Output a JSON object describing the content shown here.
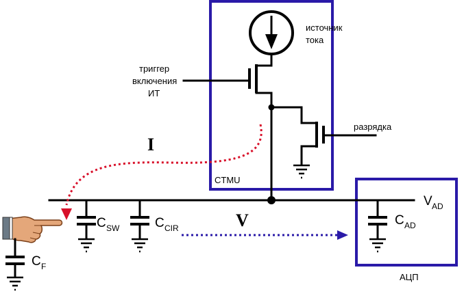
{
  "labels": {
    "current_source": [
      "источник",
      "тока"
    ],
    "trigger": [
      "триггер",
      "включения",
      "ИТ"
    ],
    "discharge": "разрядка",
    "ctmu": "CTMU",
    "current": "I",
    "voltage": "V",
    "adc": "АЦП",
    "vad": {
      "main": "V",
      "sub": "AD"
    },
    "csw": {
      "main": "C",
      "sub": "SW"
    },
    "ccir": {
      "main": "C",
      "sub": "CIR"
    },
    "cad": {
      "main": "C",
      "sub": "AD"
    },
    "cf": {
      "main": "C",
      "sub": "F"
    }
  },
  "colors": {
    "box": "#2a1aa8",
    "current_arrow": "#d8102a",
    "voltage_arrow": "#2a1aa8",
    "wire": "#000000"
  },
  "icons": {
    "finger": "pointing-hand-icon"
  }
}
